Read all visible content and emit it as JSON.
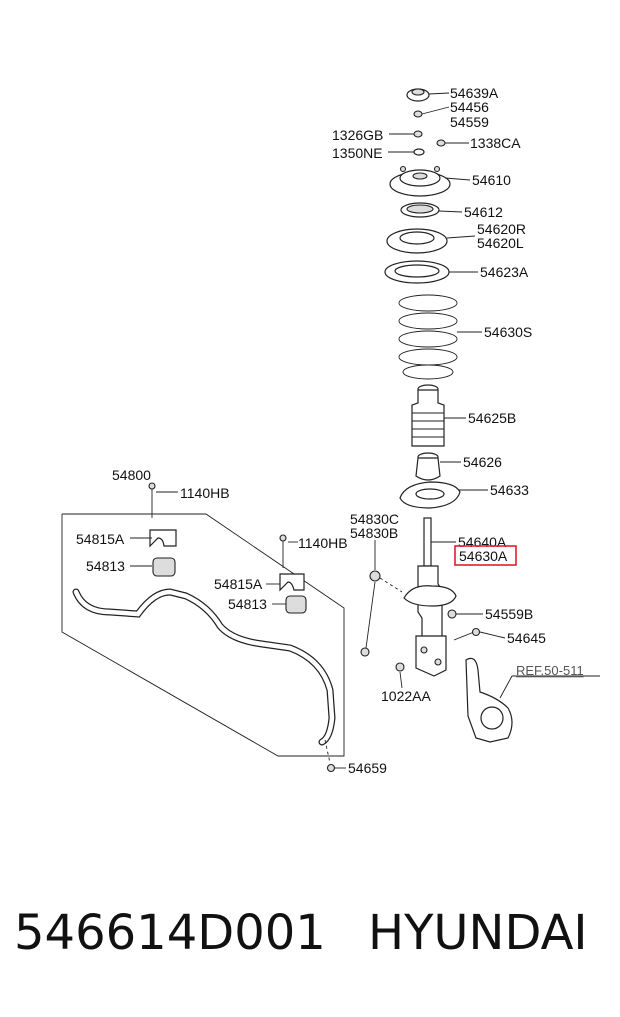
{
  "labels": {
    "p54639A": "54639A",
    "p54456": "54456",
    "p54559": "54559",
    "p1326GB": "1326GB",
    "p1338CA": "1338CA",
    "p1350NE": "1350NE",
    "p54610": "54610",
    "p54612": "54612",
    "p54620R": "54620R",
    "p54620L": "54620L",
    "p54623A": "54623A",
    "p54630S": "54630S",
    "p54625B": "54625B",
    "p54626": "54626",
    "p54633": "54633",
    "p54800": "54800",
    "p1140HB_a": "1140HB",
    "p54830C": "54830C",
    "p54830B": "54830B",
    "p54640A": "54640A",
    "p54630A": "54630A",
    "p54815A_a": "54815A",
    "p1140HB_b": "1140HB",
    "p54813_a": "54813",
    "p54815A_b": "54815A",
    "p54813_b": "54813",
    "p54559B": "54559B",
    "p54645": "54645",
    "pREF": "REF.50-511",
    "p1022AA": "1022AA",
    "p54659": "54659"
  },
  "highlight_color": "#e0202a",
  "footer": {
    "part_number": "546614D001",
    "brand": "HYUNDAI"
  }
}
